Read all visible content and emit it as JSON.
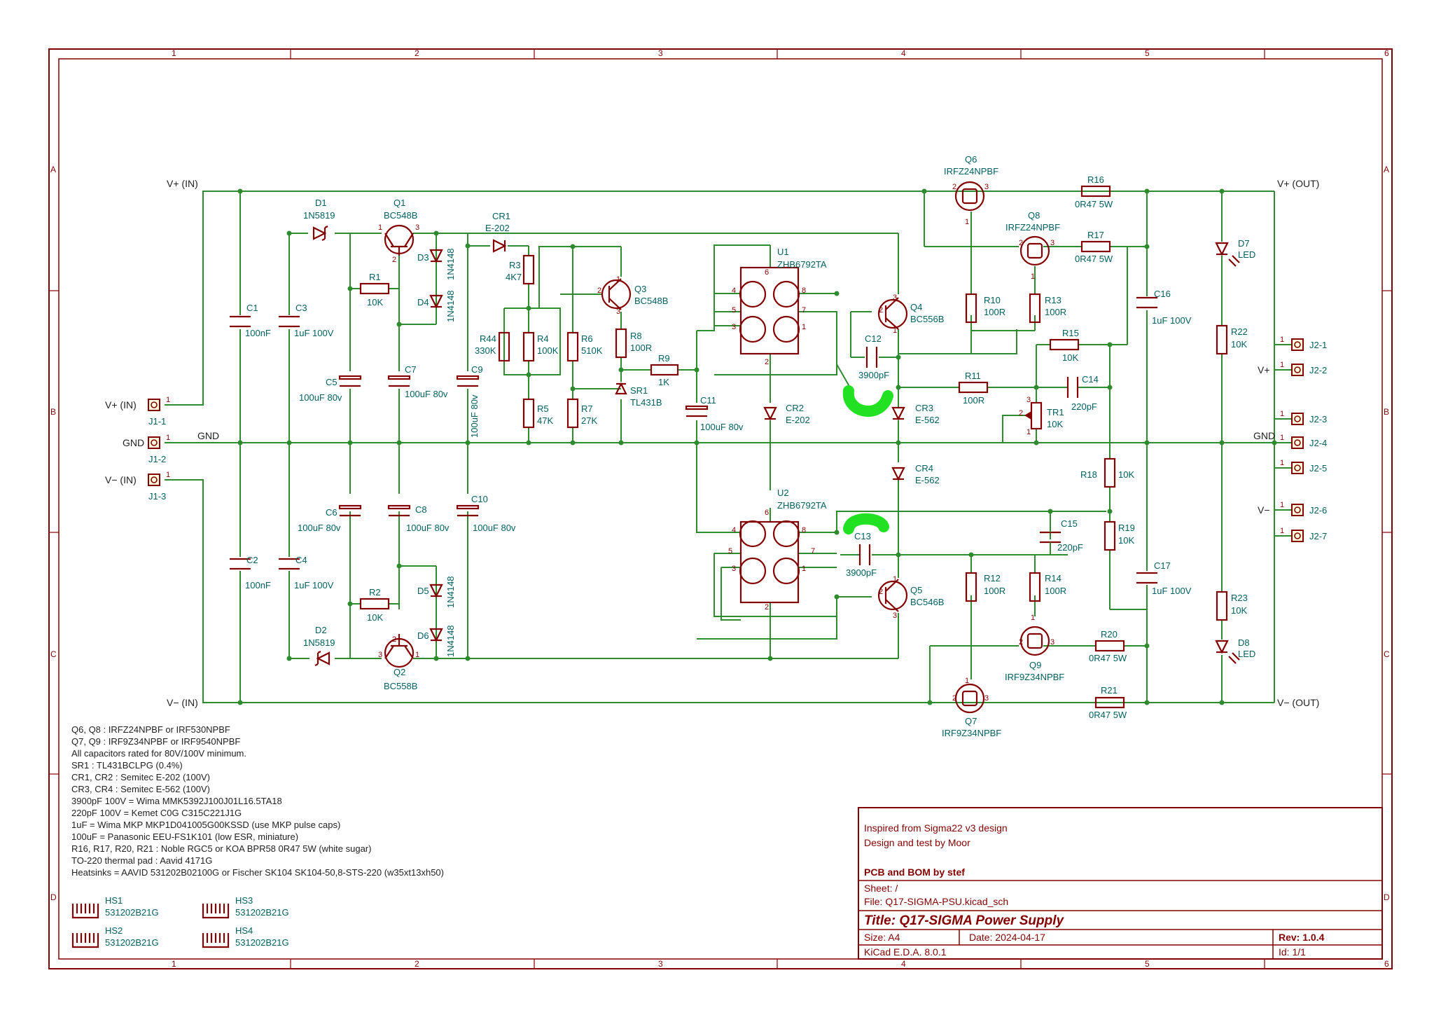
{
  "zones": {
    "cols": [
      "1",
      "2",
      "3",
      "4",
      "5",
      "6"
    ],
    "rows": [
      "A",
      "B",
      "C",
      "D"
    ]
  },
  "nets": {
    "vin_pos": "V+ (IN)",
    "vin_neg": "V− (IN)",
    "vout_pos": "V+ (OUT)",
    "vout_neg": "V− (OUT)",
    "gnd_left": "GND",
    "gnd_main": "GND",
    "gnd_right": "GND",
    "jv_pos_in": "V+ (IN)",
    "jgnd": "GND",
    "jv_neg_in": "V− (IN)",
    "jv_pos_out": "V+",
    "jv_neg_out": "V−"
  },
  "components": [
    {
      "ref": "J1-1",
      "value": ""
    },
    {
      "ref": "J1-2",
      "value": ""
    },
    {
      "ref": "J1-3",
      "value": ""
    },
    {
      "ref": "C1",
      "value": "100nF"
    },
    {
      "ref": "C2",
      "value": "100nF"
    },
    {
      "ref": "C3",
      "value": "1uF 100V"
    },
    {
      "ref": "C4",
      "value": "1uF 100V"
    },
    {
      "ref": "D1",
      "value": "1N5819"
    },
    {
      "ref": "D2",
      "value": "1N5819"
    },
    {
      "ref": "Q1",
      "value": "BC548B"
    },
    {
      "ref": "Q2",
      "value": "BC558B"
    },
    {
      "ref": "R1",
      "value": "10K"
    },
    {
      "ref": "R2",
      "value": "10K"
    },
    {
      "ref": "C5",
      "value": "100uF 80v"
    },
    {
      "ref": "C6",
      "value": "100uF 80v"
    },
    {
      "ref": "C7",
      "value": "100uF 80v"
    },
    {
      "ref": "C8",
      "value": "100uF 80v"
    },
    {
      "ref": "D3",
      "value": "1N4148"
    },
    {
      "ref": "D4",
      "value": "1N4148"
    },
    {
      "ref": "D5",
      "value": "1N4148"
    },
    {
      "ref": "D6",
      "value": "1N4148"
    },
    {
      "ref": "C9",
      "value": "100uF 80v"
    },
    {
      "ref": "C10",
      "value": "100uF 80v"
    },
    {
      "ref": "CR1",
      "value": "E-202"
    },
    {
      "ref": "R3",
      "value": "4K7"
    },
    {
      "ref": "R44",
      "value": "330K"
    },
    {
      "ref": "R4",
      "value": "100K"
    },
    {
      "ref": "R5",
      "value": "47K"
    },
    {
      "ref": "R6",
      "value": "510K"
    },
    {
      "ref": "R7",
      "value": "27K"
    },
    {
      "ref": "Q3",
      "value": "BC548B"
    },
    {
      "ref": "R8",
      "value": "100R"
    },
    {
      "ref": "SR1",
      "value": "TL431B"
    },
    {
      "ref": "R9",
      "value": "1K"
    },
    {
      "ref": "C11",
      "value": "100uF 80v"
    },
    {
      "ref": "U1",
      "value": "ZHB6792TA"
    },
    {
      "ref": "U2",
      "value": "ZHB6792TA"
    },
    {
      "ref": "CR2",
      "value": "E-202"
    },
    {
      "ref": "CR3",
      "value": "E-562"
    },
    {
      "ref": "CR4",
      "value": "E-562"
    },
    {
      "ref": "C12",
      "value": "3900pF"
    },
    {
      "ref": "C13",
      "value": "3900pF"
    },
    {
      "ref": "Q4",
      "value": "BC556B"
    },
    {
      "ref": "Q5",
      "value": "BC546B"
    },
    {
      "ref": "Q6",
      "value": "IRFZ24NPBF"
    },
    {
      "ref": "Q8",
      "value": "IRFZ24NPBF"
    },
    {
      "ref": "Q7",
      "value": "IRF9Z34NPBF"
    },
    {
      "ref": "Q9",
      "value": "IRF9Z34NPBF"
    },
    {
      "ref": "R10",
      "value": "100R"
    },
    {
      "ref": "R13",
      "value": "100R"
    },
    {
      "ref": "R12",
      "value": "100R"
    },
    {
      "ref": "R14",
      "value": "100R"
    },
    {
      "ref": "R11",
      "value": "100R"
    },
    {
      "ref": "R15",
      "value": "10K"
    },
    {
      "ref": "C14",
      "value": "220pF"
    },
    {
      "ref": "C15",
      "value": "220pF"
    },
    {
      "ref": "TR1",
      "value": "10K"
    },
    {
      "ref": "R16",
      "value": "0R47 5W"
    },
    {
      "ref": "R17",
      "value": "0R47 5W"
    },
    {
      "ref": "R20",
      "value": "0R47 5W"
    },
    {
      "ref": "R21",
      "value": "0R47 5W"
    },
    {
      "ref": "R18",
      "value": "10K"
    },
    {
      "ref": "R19",
      "value": "10K"
    },
    {
      "ref": "C16",
      "value": "1uF 100V"
    },
    {
      "ref": "C17",
      "value": "1uF 100V"
    },
    {
      "ref": "D7",
      "value": "LED"
    },
    {
      "ref": "D8",
      "value": "LED"
    },
    {
      "ref": "R22",
      "value": "10K"
    },
    {
      "ref": "R23",
      "value": "10K"
    },
    {
      "ref": "J2-1",
      "value": ""
    },
    {
      "ref": "J2-2",
      "value": ""
    },
    {
      "ref": "J2-3",
      "value": ""
    },
    {
      "ref": "J2-4",
      "value": ""
    },
    {
      "ref": "J2-5",
      "value": ""
    },
    {
      "ref": "J2-6",
      "value": ""
    },
    {
      "ref": "J2-7",
      "value": ""
    }
  ],
  "notes": [
    "Q6, Q8 : IRFZ24NPBF or IRF530NPBF",
    "Q7, Q9 : IRF9Z34NPBF or IRF9540NPBF",
    "All capacitors rated for 80V/100V minimum.",
    "SR1 : TL431BCLPG (0.4%)",
    "CR1, CR2 : Semitec E-202 (100V)",
    "CR3, CR4 : Semitec E-562 (100V)",
    "3900pF 100V = Wima MMK5392J100J01L16.5TA18",
    "220pF 100V = Kemet C0G C315C221J1G",
    "1uF = Wima MKP MKP1D041005G00KSSD (use MKP pulse caps)",
    "100uF = Panasonic EEU-FS1K101 (low ESR, miniature)",
    "R16, R17, R20, R21 : Noble RGC5 or KOA BPR58 0R47 5W (white sugar)",
    "TO-220 thermal pad : Aavid 4171G",
    "Heatsinks = AAVID 531202B02100G or Fischer SK104 SK104-50,8-STS-220 (w35xt13xh50)"
  ],
  "heatsinks": [
    {
      "ref": "HS1",
      "value": "531202B21G"
    },
    {
      "ref": "HS3",
      "value": "531202B21G"
    },
    {
      "ref": "HS2",
      "value": "531202B21G"
    },
    {
      "ref": "HS4",
      "value": "531202B21G"
    }
  ],
  "title_block": {
    "comment1": "Inspired from Sigma22 v3 design",
    "comment2": "Design and test by Moor",
    "comment3": "PCB and BOM by stef",
    "sheet": "Sheet: /",
    "file": "File: Q17-SIGMA-PSU.kicad_sch",
    "title": "Title: Q17-SIGMA Power Supply",
    "size": "Size: A4",
    "date": "Date: 2024-04-17",
    "rev": "Rev: 1.0.4",
    "tool": "KiCad E.D.A. 8.0.1",
    "id": "Id: 1/1"
  }
}
